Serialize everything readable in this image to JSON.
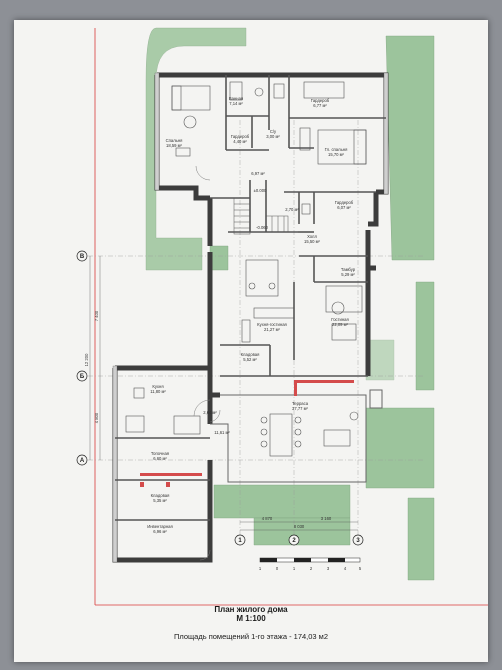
{
  "title": {
    "line1": "План жилого дома",
    "line2": "М 1:100"
  },
  "area_caption": "Площадь помещений 1-го этажа - 174,03 м2",
  "rooms": {
    "bathroom": {
      "name": "Ванная",
      "area": "7,14 м²"
    },
    "bedroom": {
      "name": "Спальня",
      "area": "18,59 м²"
    },
    "dressing1": {
      "name": "Гардероб",
      "area": "4,40 м²"
    },
    "wc": {
      "name": "С/у",
      "area": "3,00 м²"
    },
    "dressing2": {
      "name": "Гардероб",
      "area": "6,77 м²"
    },
    "master_bedroom": {
      "name": "Гл. спальня",
      "area": "15,70 м²"
    },
    "corridor": {
      "area": "6,97 м²"
    },
    "dressing3": {
      "name": "Гардероб",
      "area": "6,07 м²"
    },
    "small": {
      "area": "2,70 м²"
    },
    "hall": {
      "name": "Холл",
      "area": "15,50 м²"
    },
    "vestibule": {
      "name": "Тамбур",
      "area": "5,29 м²"
    },
    "kitchen_living": {
      "name": "Кухня-гостиная",
      "area": "21,27 м²"
    },
    "living": {
      "name": "Гостиная",
      "area": "22,09 м²"
    },
    "pantry": {
      "name": "Кладовая",
      "area": "5,52 м²"
    },
    "summer_kitchen": {
      "name": "Кухня",
      "area": "11,80 м²"
    },
    "porch_small": {
      "area": "2,64 м²"
    },
    "terrace": {
      "name": "Терраса",
      "area": "37,77 м²"
    },
    "covered": {
      "area": "11,61 м²"
    },
    "boiler": {
      "name": "Топочная",
      "area": "6,60 м²"
    },
    "storage": {
      "name": "Кладовая",
      "area": "5,35 м²"
    },
    "inventory": {
      "name": "Инвентарная",
      "area": "6,96 м²"
    }
  },
  "levels": {
    "top": "±0.000",
    "low": "-0.060"
  },
  "axes": {
    "b": "В",
    "b2": "Б",
    "a": "А",
    "n1": "1",
    "n2": "2",
    "n3": "3"
  },
  "dims": {
    "d1": "7 400",
    "d2": "12 200",
    "d3": "4 800",
    "d4": "4 870",
    "d5": "3 160",
    "d6": "8 030"
  },
  "scale_bar": [
    "1",
    "0",
    "1",
    "2",
    "3",
    "4",
    "5"
  ]
}
